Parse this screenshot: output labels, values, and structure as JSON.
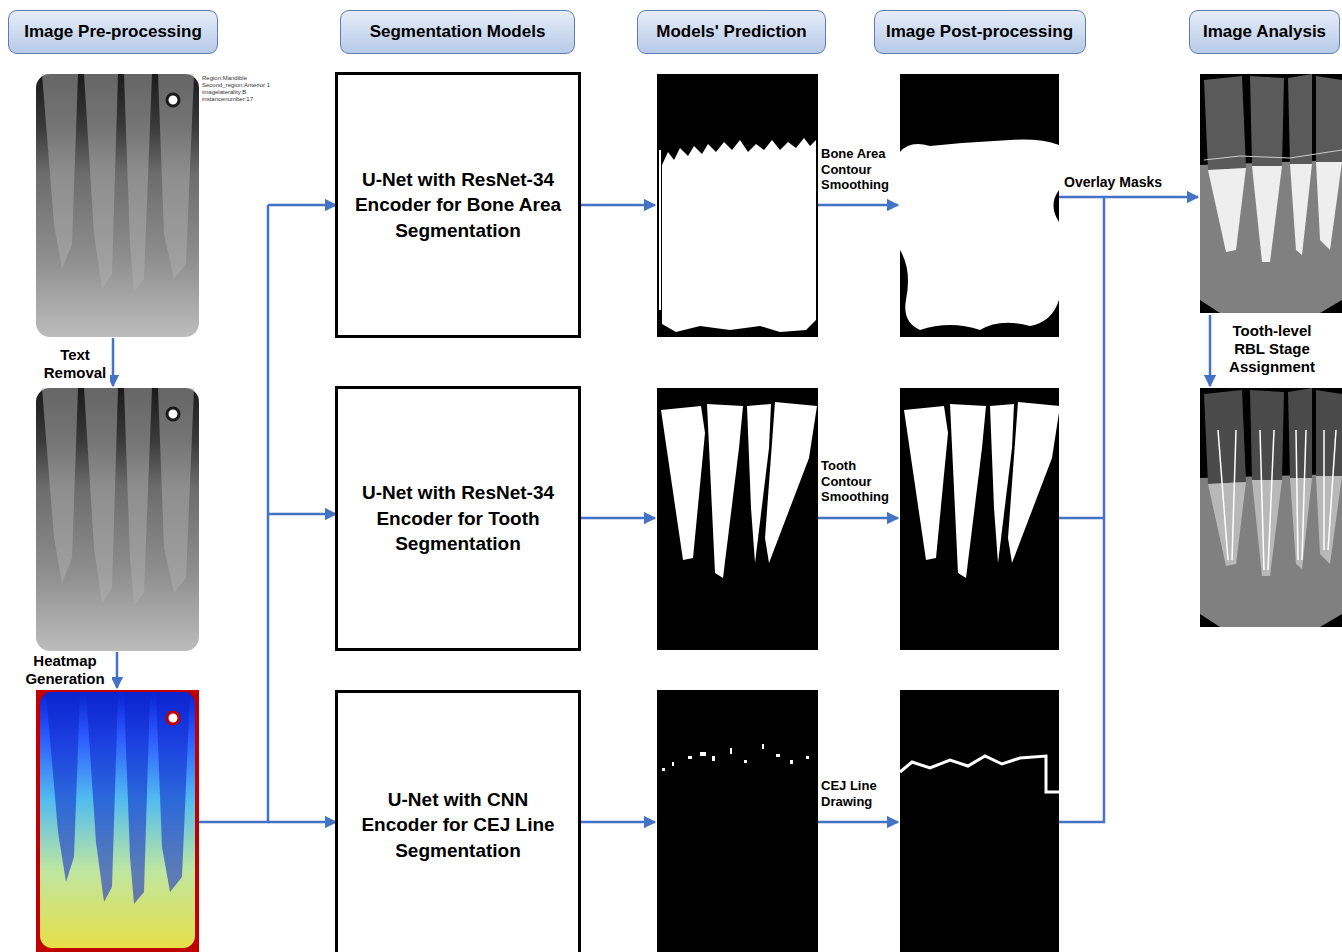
{
  "diagram": {
    "nodes": [
      {
        "text": [
          "Image Pre-processing"
        ]
      },
      {
        "text": [
          "Segmentation Models"
        ]
      },
      {
        "text": [
          "Models' Prediction"
        ]
      },
      {
        "text": [
          "Image Post-processing"
        ]
      },
      {
        "text": [
          "Image Analysis"
        ]
      },
      {
        "text": [
          "U-Net with ResNet-34 Encoder for Bone Area Segmentation"
        ]
      },
      {
        "text": [
          "U-Net with ResNet-34 Encoder for Tooth Segmentation"
        ]
      },
      {
        "text": [
          "U-Net with CNN Encoder for CEJ Line Segmentation"
        ]
      }
    ],
    "labels": [
      "Region:Mandible",
      "Second_region:Anterior 1",
      "imagelaterality:B",
      "instancenumber:17",
      "Text Removal",
      "Heatmap Generation",
      "Bone Area Contour Smoothing",
      "Tooth Contour Smoothing",
      "CEJ Line Drawing",
      "Overlay Masks",
      "Tooth-level RBL Stage Assignment"
    ]
  }
}
